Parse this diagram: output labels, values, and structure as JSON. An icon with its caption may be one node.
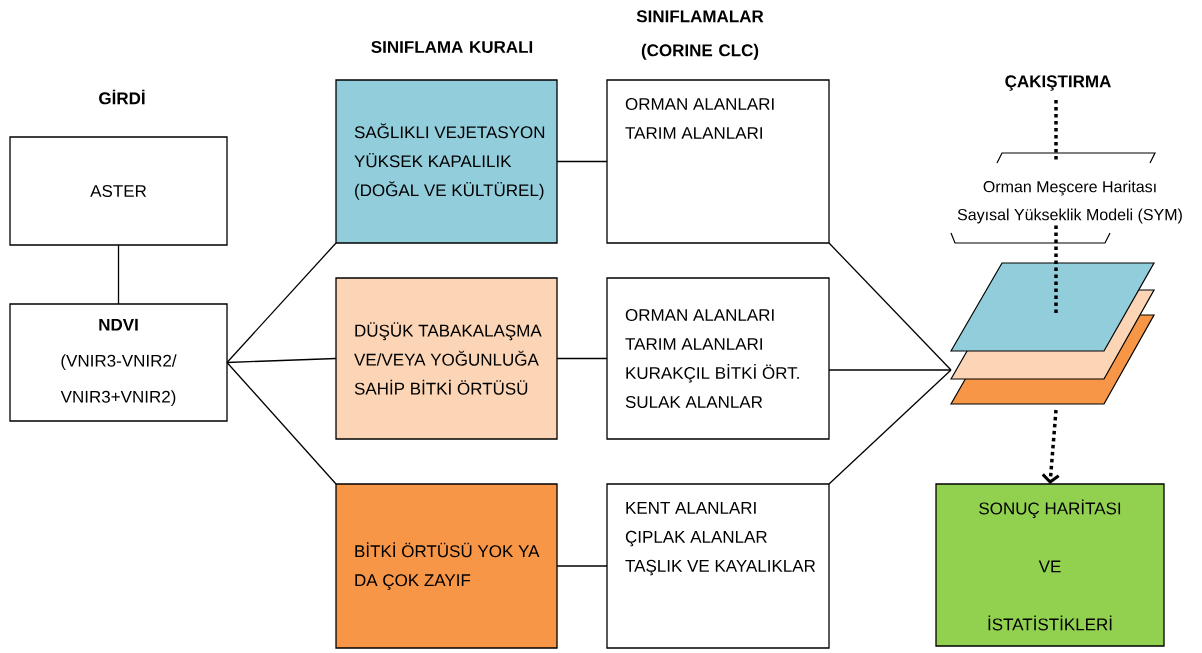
{
  "diagram": {
    "nodes": [
      {
        "text": [
          "ASTER"
        ]
      },
      {
        "text": [
          "NDVI",
          "(VNIR3-VNIR2/ VNIR3+VNIR2)"
        ]
      },
      {
        "text": [
          "SAĞLIKLI VEJETASYON YÜKSEK KAPALILIK (DOĞAL VE KÜLTÜREL)"
        ]
      },
      {
        "text": [
          "DÜŞÜK TABAKALAŞMA VE/VEYA YOĞUNLUĞA SAHİP BİTKİ ÖRTÜSÜ"
        ]
      },
      {
        "text": [
          "BİTKİ ÖRTÜSÜ YOK YA DA ÇOK ZAYIF"
        ]
      },
      {
        "text": [
          "ORMAN ALANLARI",
          "TARIM ALANLARI"
        ]
      },
      {
        "text": [
          "ORMAN ALANLARI",
          "TARIM ALANLARI",
          "KURAKÇIL BİTKİ ÖRT.",
          "SULAK ALANLAR"
        ]
      },
      {
        "text": [
          "KENT ALANLARI",
          "ÇIPLAK ALANLAR",
          "TAŞLIK VE KAYALIKLAR"
        ]
      },
      {
        "text": [],
        "shape": "layers"
      },
      {
        "text": [
          "Orman Meşcere Haritası",
          "Sayısal Yükseklik Modeli (SYM)"
        ]
      },
      {
        "text": [
          "SONUÇ HARİTASI",
          "VE",
          "İSTATİSTİKLERİ"
        ]
      }
    ],
    "edges": [
      {
        "from": 0,
        "to": 1,
        "arrow": "none"
      },
      {
        "from": 1,
        "to": 2,
        "arrow": "none"
      },
      {
        "from": 1,
        "to": 3,
        "arrow": "none"
      },
      {
        "from": 1,
        "to": 4,
        "arrow": "none"
      },
      {
        "from": 2,
        "to": 5,
        "arrow": "none"
      },
      {
        "from": 3,
        "to": 6,
        "arrow": "none"
      },
      {
        "from": 4,
        "to": 7,
        "arrow": "none"
      },
      {
        "from": 5,
        "to": 8,
        "arrow": "none"
      },
      {
        "from": 6,
        "to": 8,
        "arrow": "none"
      },
      {
        "from": 7,
        "to": 8,
        "arrow": "none"
      },
      {
        "from": 9,
        "to": 8,
        "arrow": "none",
        "style": "dashed"
      },
      {
        "from": 8,
        "to": 10,
        "arrow": "to",
        "style": "dashed"
      }
    ],
    "labels": [
      "SINIFLAMA KURALI",
      "SINIFLAMALAR (CORINE CLC)",
      "GİRDİ",
      "ÇAKIŞTIRMA"
    ]
  }
}
